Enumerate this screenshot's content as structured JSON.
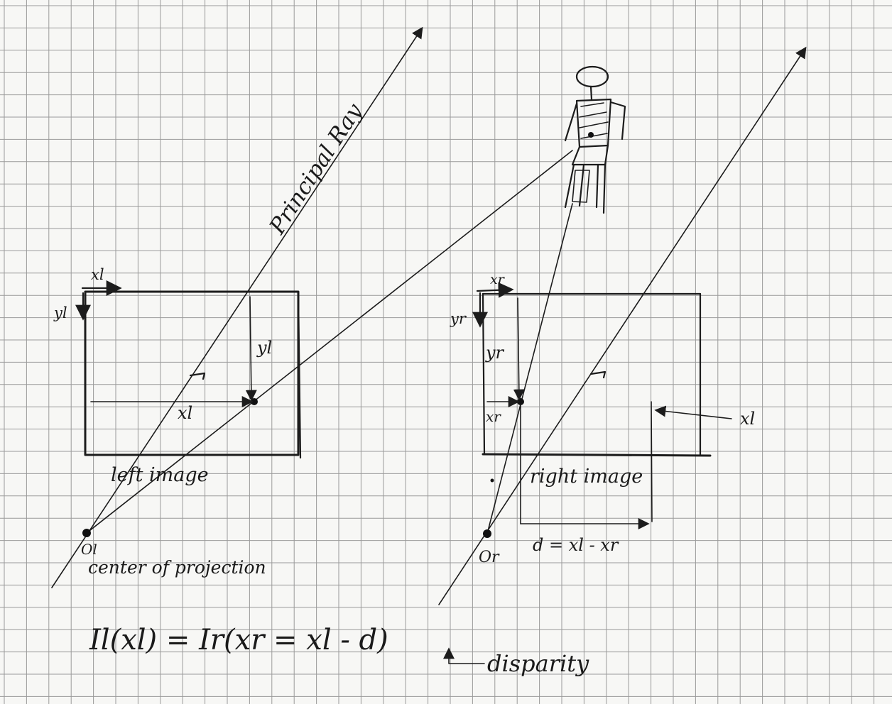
{
  "paper": {
    "background": "#f7f7f5",
    "grid_color": "#9a9a9a",
    "ink_color": "#1c1c1c"
  },
  "labels": {
    "principal_ray": "Principal Ray",
    "left_image": "left image",
    "right_image": "right image",
    "left_center": "Ol",
    "center_of_projection": "center of projection",
    "right_center": "Or",
    "xl_axis": "xl",
    "yl_axis": "yl",
    "xr_axis": "xr",
    "yr_axis": "yr",
    "yl_measure": "yl",
    "xl_measure": "xl",
    "yr_measure": "yr",
    "xr_measure": "xr",
    "xl_marker": "xl",
    "disparity_formula": "d = xl - xr",
    "intensity_equation": "Il(xl) = Ir(xr = xl - d)",
    "disparity": "disparity"
  }
}
